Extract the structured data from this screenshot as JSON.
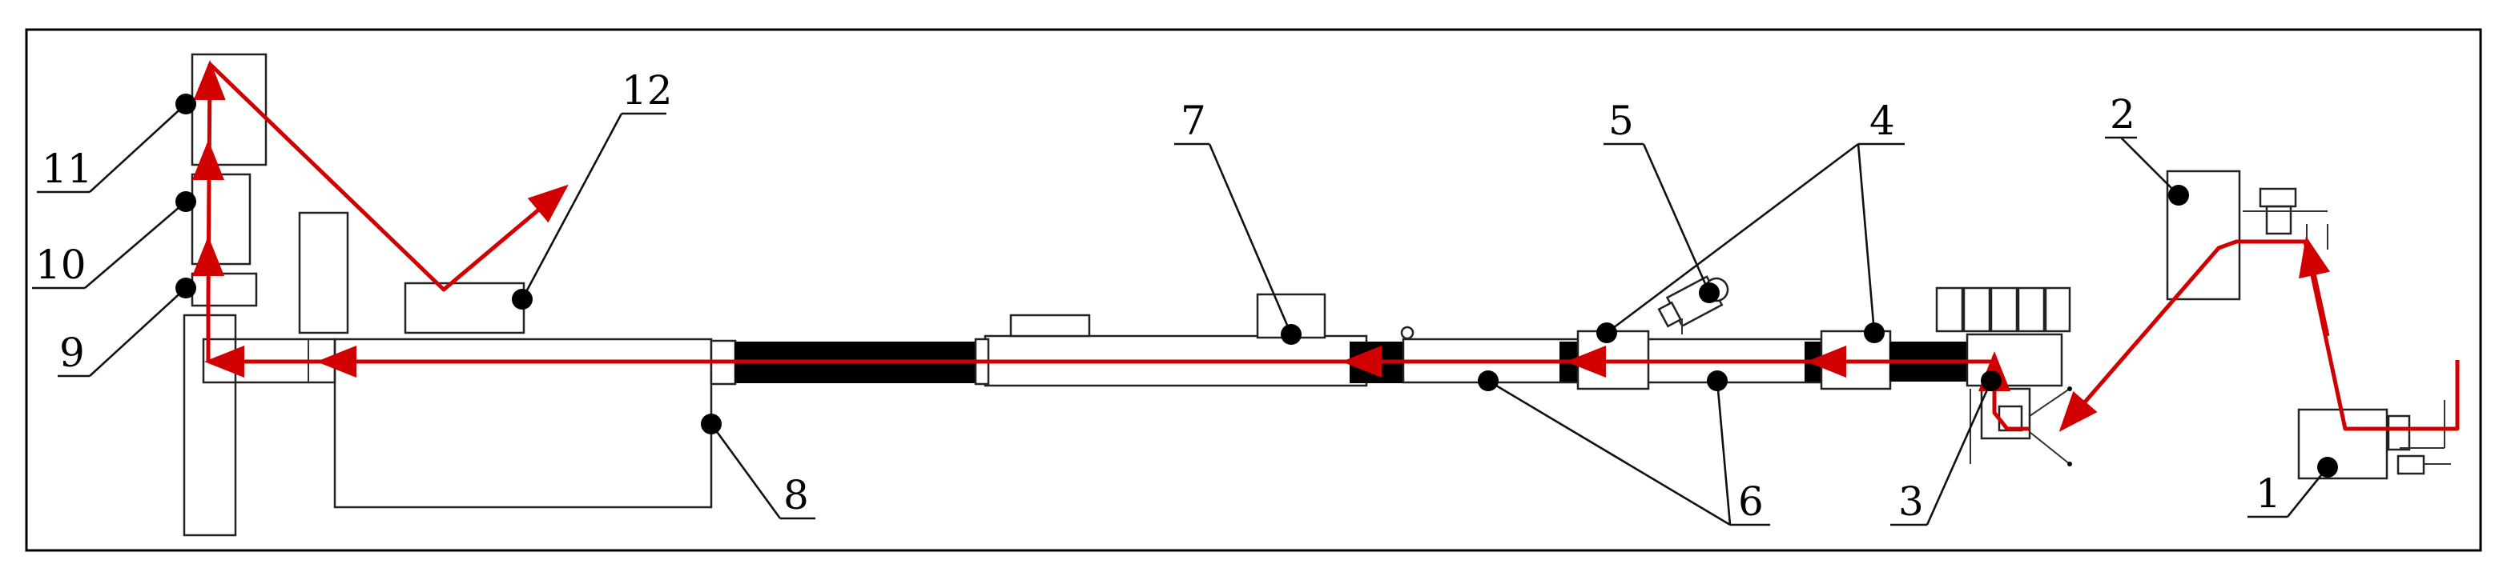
{
  "labels": {
    "l1": "1",
    "l2": "2",
    "l3": "3",
    "l4": "4",
    "l5": "5",
    "l6": "6",
    "l7": "7",
    "l8": "8",
    "l9": "9",
    "l10": "10",
    "l11": "11",
    "l12": "12"
  },
  "colors": {
    "beam": "#d00000",
    "outline": "#222222",
    "fill_dark": "#000000"
  }
}
